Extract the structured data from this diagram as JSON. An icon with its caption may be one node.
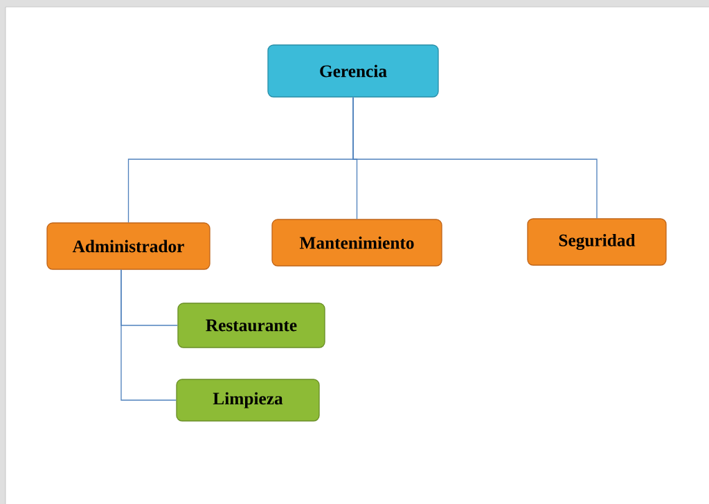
{
  "diagram": {
    "nodes": [
      {
        "text": [
          "Gerencia"
        ]
      },
      {
        "text": [
          "Administrador"
        ]
      },
      {
        "text": [
          "Mantenimiento"
        ]
      },
      {
        "text": [
          "Seguridad"
        ]
      },
      {
        "text": [
          "Restaurante"
        ]
      },
      {
        "text": [
          "Limpieza"
        ]
      }
    ],
    "edges": [
      {
        "from": 0,
        "to": 1,
        "arrow": "none"
      },
      {
        "from": 0,
        "to": 2,
        "arrow": "none"
      },
      {
        "from": 0,
        "to": 3,
        "arrow": "none"
      },
      {
        "from": 1,
        "to": 4,
        "arrow": "none"
      },
      {
        "from": 1,
        "to": 5,
        "arrow": "none"
      }
    ]
  }
}
